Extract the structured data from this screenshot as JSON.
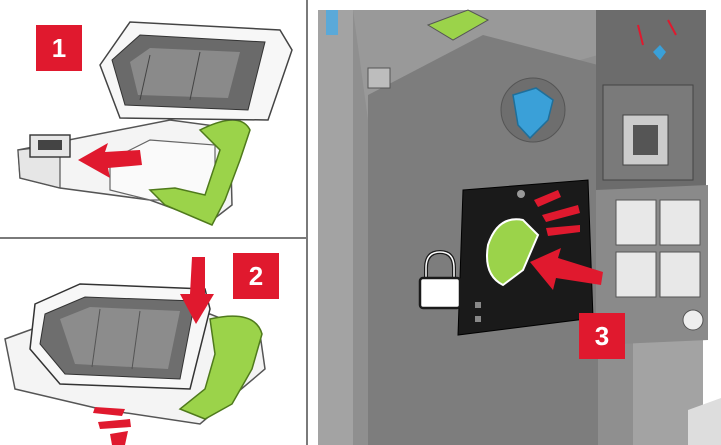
{
  "steps": [
    {
      "number": "1"
    },
    {
      "number": "2"
    },
    {
      "number": "3"
    }
  ],
  "icons": {
    "lock": "padlock-icon",
    "arrow": "arrow-icon",
    "motion": "motion-lines-icon"
  },
  "colors": {
    "badge": "#e0192e",
    "accent_green": "#9bd34a",
    "handle_blue": "#3aa0d8",
    "printer_gray": "#9a9a9a",
    "door_black": "#1a1a1a"
  }
}
